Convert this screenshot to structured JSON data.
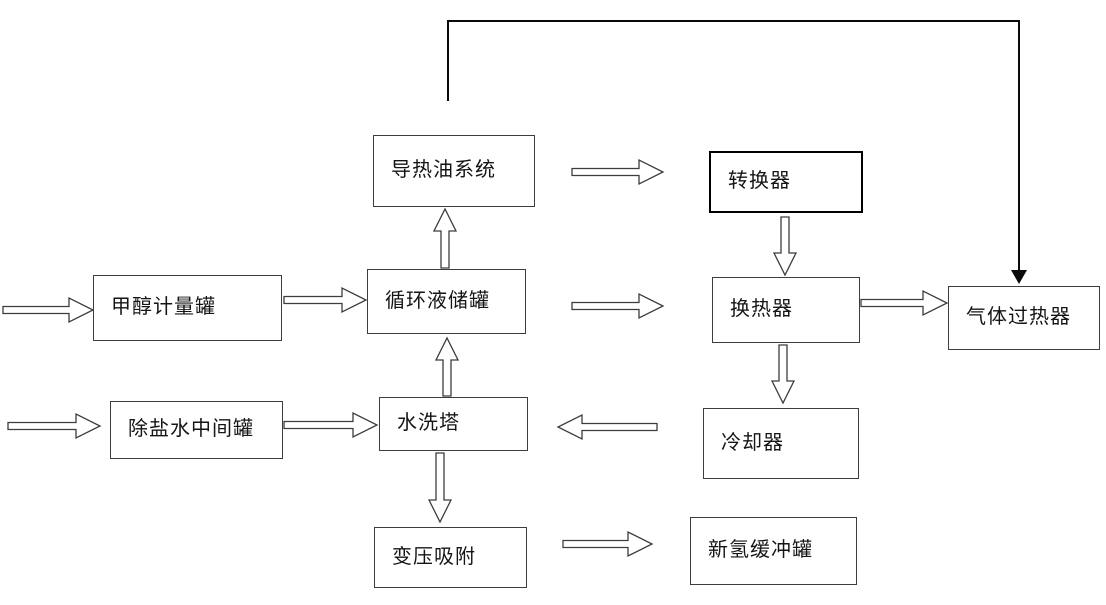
{
  "diagram": {
    "type": "process-flow-diagram",
    "language": "zh-CN",
    "boxes": [
      {
        "id": "heat-transfer-oil-system",
        "label": "导热油系统"
      },
      {
        "id": "converter",
        "label": "转换器"
      },
      {
        "id": "methanol-metering-tank",
        "label": "甲醇计量罐"
      },
      {
        "id": "circulating-liquid-storage-tank",
        "label": "循环液储罐"
      },
      {
        "id": "heat-exchanger",
        "label": "换热器"
      },
      {
        "id": "gas-superheater",
        "label": "气体过热器"
      },
      {
        "id": "desalted-water-intermediate-tank",
        "label": "除盐水中间罐"
      },
      {
        "id": "water-washing-tower",
        "label": "水洗塔"
      },
      {
        "id": "cooler",
        "label": "冷却器"
      },
      {
        "id": "pressure-swing-adsorption",
        "label": "变压吸附"
      },
      {
        "id": "fresh-hydrogen-buffer-tank",
        "label": "新氢缓冲罐"
      }
    ],
    "flows": [
      {
        "from": "inlet-feed-1",
        "to": "甲醇计量罐",
        "style": "hollow-block-arrow",
        "direction": "right"
      },
      {
        "from": "甲醇计量罐",
        "to": "循环液储罐",
        "style": "hollow-block-arrow",
        "direction": "right"
      },
      {
        "from": "循环液储罐",
        "to": "导热油系统",
        "style": "hollow-block-arrow",
        "direction": "up"
      },
      {
        "from": "导热油系统",
        "to": "转换器",
        "style": "hollow-block-arrow",
        "direction": "right"
      },
      {
        "from": "转换器",
        "to": "换热器",
        "style": "hollow-block-arrow",
        "direction": "down"
      },
      {
        "from": "循环液储罐",
        "to": "换热器",
        "style": "hollow-block-arrow",
        "direction": "right"
      },
      {
        "from": "换热器",
        "to": "气体过热器",
        "style": "hollow-block-arrow",
        "direction": "right"
      },
      {
        "from": "换热器",
        "to": "冷却器",
        "style": "hollow-block-arrow",
        "direction": "down"
      },
      {
        "from": "冷却器",
        "to": "水洗塔",
        "style": "hollow-block-arrow",
        "direction": "left"
      },
      {
        "from": "inlet-feed-2",
        "to": "除盐水中间罐",
        "style": "hollow-block-arrow",
        "direction": "right"
      },
      {
        "from": "除盐水中间罐",
        "to": "水洗塔",
        "style": "hollow-block-arrow",
        "direction": "right"
      },
      {
        "from": "水洗塔",
        "to": "循环液储罐",
        "style": "hollow-block-arrow",
        "direction": "up"
      },
      {
        "from": "水洗塔",
        "to": "变压吸附",
        "style": "hollow-block-arrow",
        "direction": "down"
      },
      {
        "from": "变压吸附",
        "to": "新氢缓冲罐",
        "style": "hollow-block-arrow",
        "direction": "right"
      },
      {
        "from": "导热油系统区上方",
        "to": "气体过热器",
        "style": "thin-line-solid-arrowhead",
        "direction": "up-right-down"
      }
    ],
    "colors": {
      "background": "#ffffff",
      "box_border": "#3d3d3d",
      "converter_border": "#000000",
      "line": "#0a0a0a",
      "text": "#151515"
    }
  }
}
